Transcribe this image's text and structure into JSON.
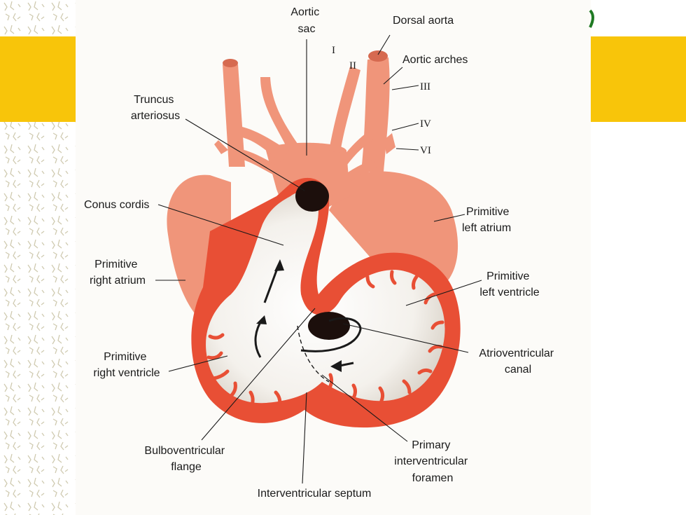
{
  "colors": {
    "band": "#f8c50a",
    "panel": "#fcfbf8",
    "vessel": "#f0957a",
    "vessel_dark": "#d66a50",
    "myocardium": "#e84f35",
    "lumen": "#f4f1ec",
    "canal": "#1c0f0c",
    "pattern": "#cfcab0",
    "accent_glyph": "#1f7a23"
  },
  "labels": {
    "aortic_sac": [
      "Aortic",
      "sac"
    ],
    "dorsal_aorta": "Dorsal aorta",
    "aortic_arches": "Aortic arches",
    "arch_i": "I",
    "arch_ii": "II",
    "arch_iii": "III",
    "arch_iv": "IV",
    "arch_vi": "VI",
    "truncus": [
      "Truncus",
      "arteriosus"
    ],
    "conus": "Conus cordis",
    "left_atrium": [
      "Primitive",
      "left atrium"
    ],
    "right_atrium": [
      "Primitive",
      "right atrium"
    ],
    "left_ventricle": [
      "Primitive",
      "left ventricle"
    ],
    "av_canal": [
      "Atrioventricular",
      "canal"
    ],
    "right_ventricle": [
      "Primitive",
      "right ventricle"
    ],
    "bulbo_flange": [
      "Bulboventricular",
      "flange"
    ],
    "primary_foramen": [
      "Primary",
      "interventricular",
      "foramen"
    ],
    "iv_septum": "Interventricular septum"
  }
}
